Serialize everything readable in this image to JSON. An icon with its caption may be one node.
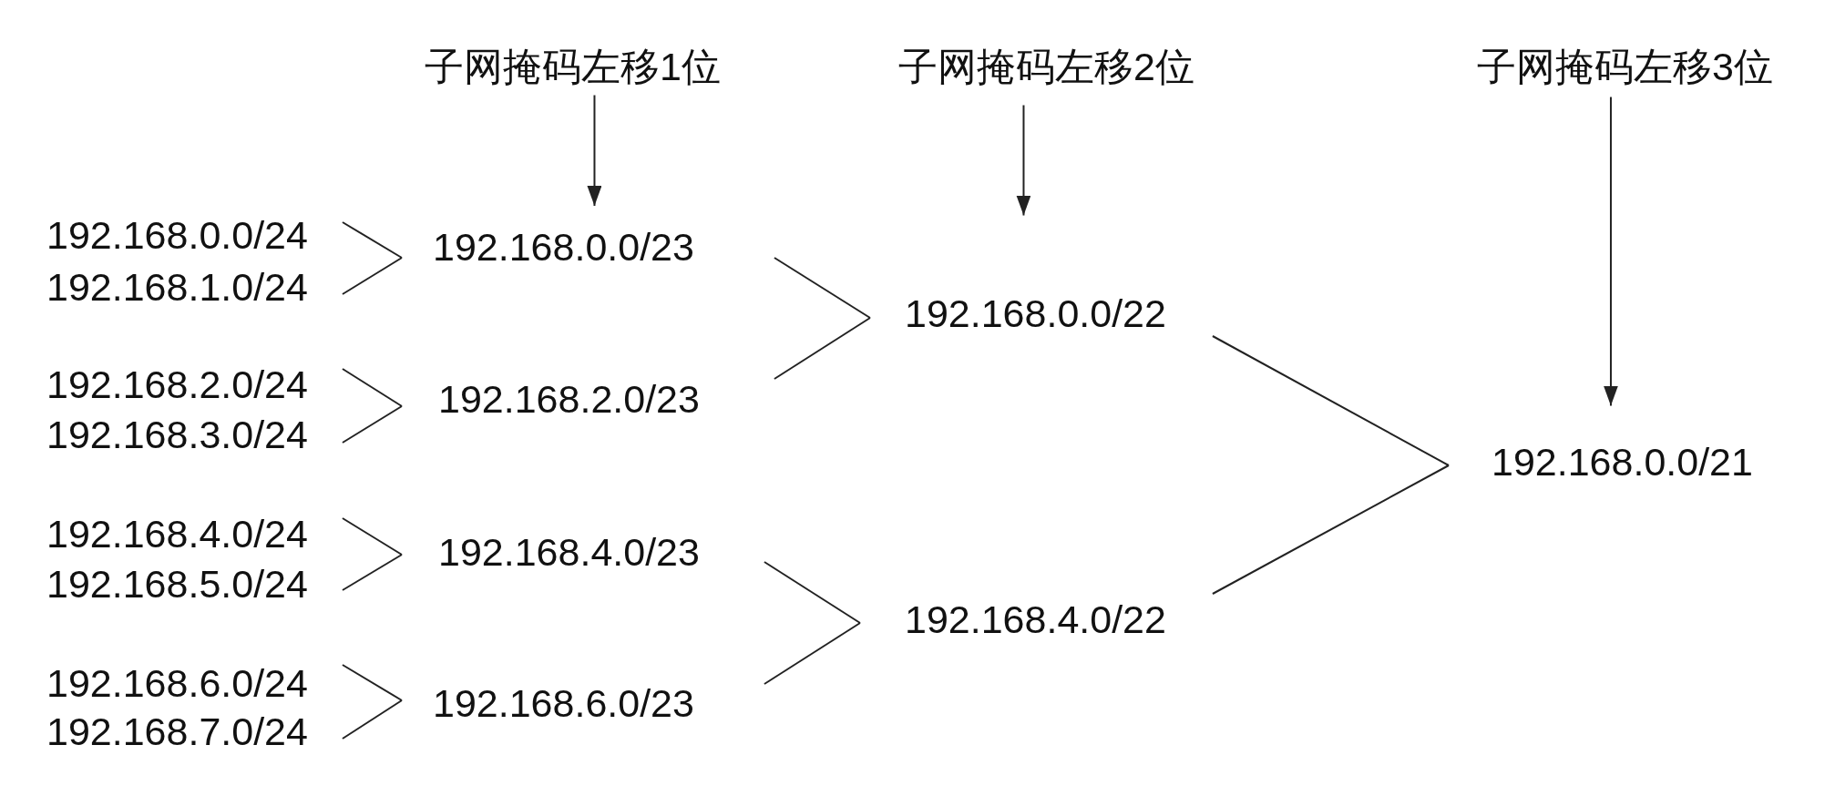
{
  "diagram": {
    "nodes": [
      {
        "text": [
          "子网掩码左移1位"
        ]
      },
      {
        "text": [
          "子网掩码左移2位"
        ]
      },
      {
        "text": [
          "子网掩码左移3位"
        ]
      },
      {
        "text": [
          "192.168.0.0/24"
        ]
      },
      {
        "text": [
          "192.168.1.0/24"
        ]
      },
      {
        "text": [
          "192.168.2.0/24"
        ]
      },
      {
        "text": [
          "192.168.3.0/24"
        ]
      },
      {
        "text": [
          "192.168.4.0/24"
        ]
      },
      {
        "text": [
          "192.168.5.0/24"
        ]
      },
      {
        "text": [
          "192.168.6.0/24"
        ]
      },
      {
        "text": [
          "192.168.7.0/24"
        ]
      },
      {
        "text": [
          "192.168.0.0/23"
        ]
      },
      {
        "text": [
          "192.168.2.0/23"
        ]
      },
      {
        "text": [
          "192.168.4.0/23"
        ]
      },
      {
        "text": [
          "192.168.6.0/23"
        ]
      },
      {
        "text": [
          "192.168.0.0/22"
        ]
      },
      {
        "text": [
          "192.168.4.0/22"
        ]
      },
      {
        "text": [
          "192.168.0.0/21"
        ]
      }
    ],
    "edges": [
      {
        "from": 0,
        "to": 11,
        "arrow": "to"
      },
      {
        "from": 1,
        "to": 15,
        "arrow": "to"
      },
      {
        "from": 2,
        "to": 17,
        "arrow": "to"
      },
      {
        "from": 3,
        "to": 11,
        "arrow": "none"
      },
      {
        "from": 4,
        "to": 11,
        "arrow": "none"
      },
      {
        "from": 5,
        "to": 12,
        "arrow": "none"
      },
      {
        "from": 6,
        "to": 12,
        "arrow": "none"
      },
      {
        "from": 7,
        "to": 13,
        "arrow": "none"
      },
      {
        "from": 8,
        "to": 13,
        "arrow": "none"
      },
      {
        "from": 9,
        "to": 14,
        "arrow": "none"
      },
      {
        "from": 10,
        "to": 14,
        "arrow": "none"
      },
      {
        "from": 11,
        "to": 15,
        "arrow": "none"
      },
      {
        "from": 12,
        "to": 15,
        "arrow": "none"
      },
      {
        "from": 13,
        "to": 16,
        "arrow": "none"
      },
      {
        "from": 14,
        "to": 16,
        "arrow": "none"
      },
      {
        "from": 15,
        "to": 17,
        "arrow": "none"
      },
      {
        "from": 16,
        "to": 17,
        "arrow": "none"
      }
    ]
  }
}
